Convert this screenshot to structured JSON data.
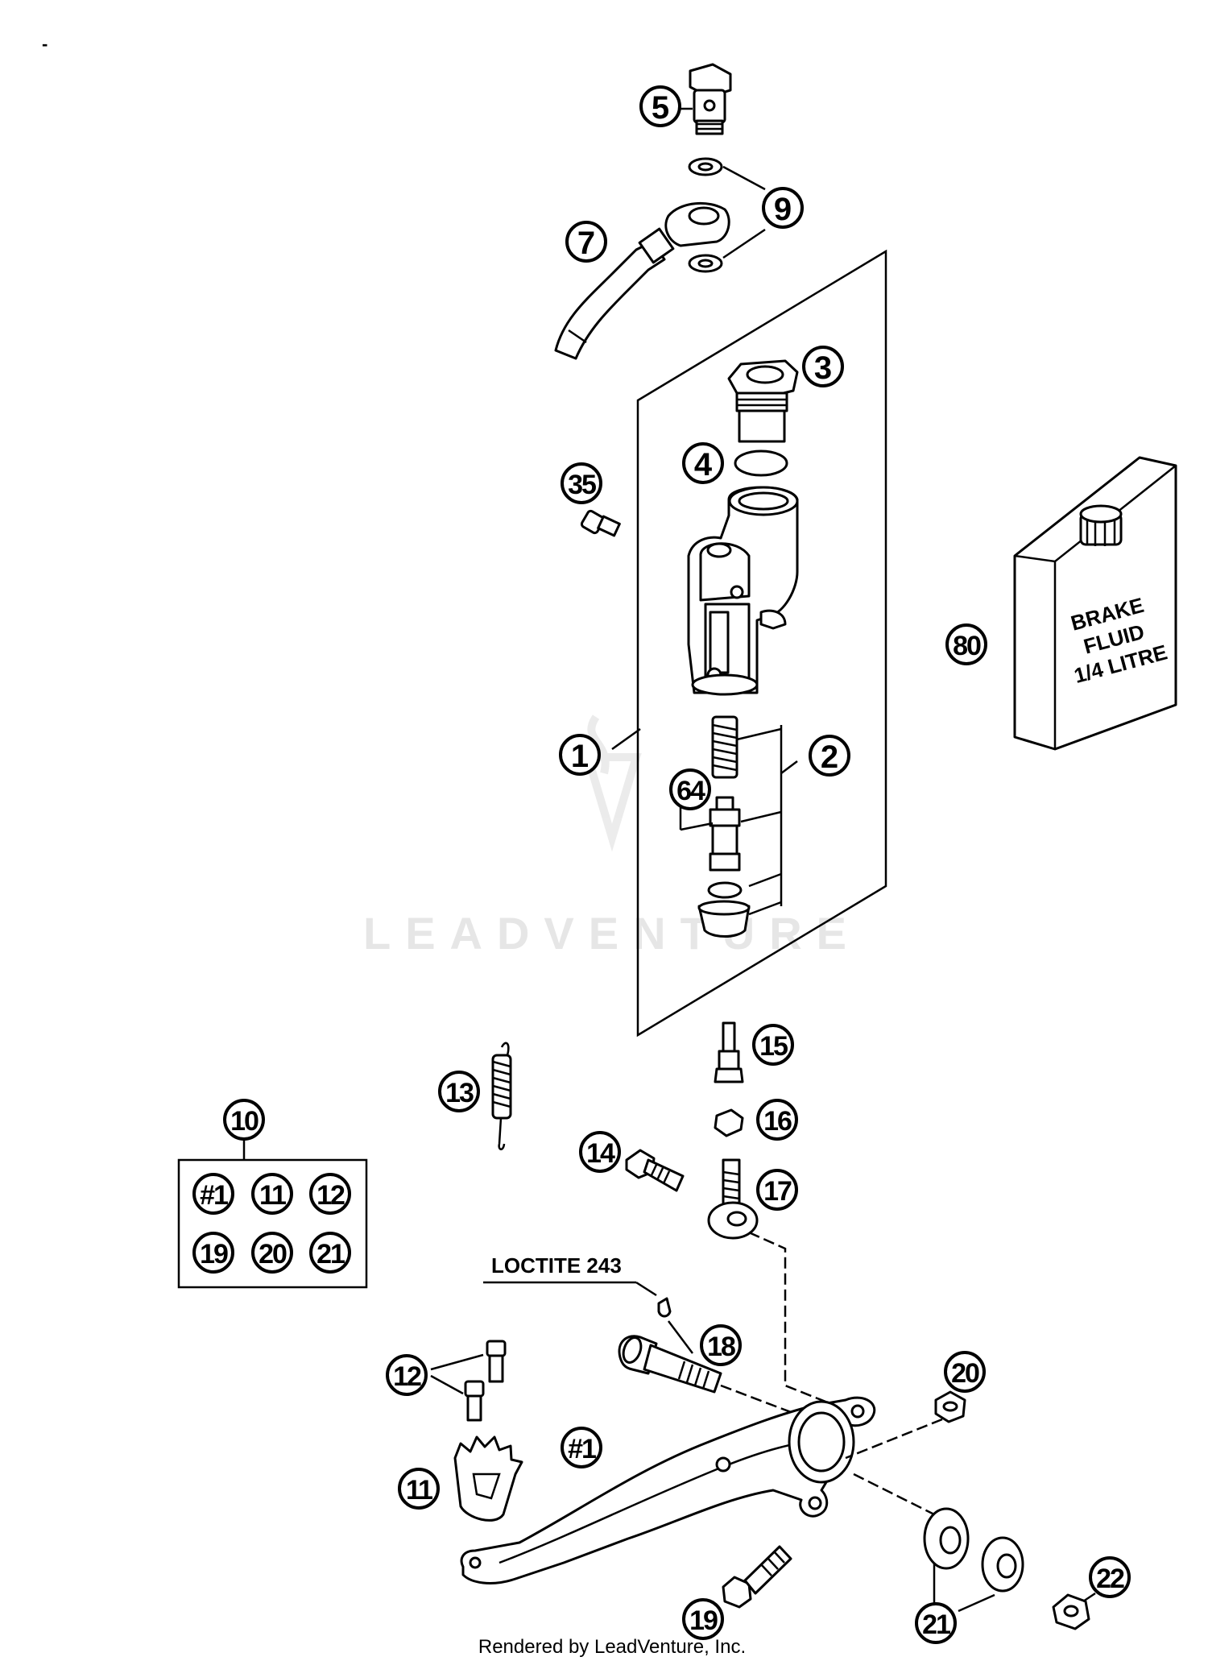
{
  "callouts": {
    "c5": "5",
    "c9": "9",
    "c7": "7",
    "c3": "3",
    "c4": "4",
    "c35": "35",
    "c1": "1",
    "c2": "2",
    "c64": "64",
    "c80": "80",
    "c15": "15",
    "c13": "13",
    "c16": "16",
    "c14": "14",
    "c17": "17",
    "c10": "10",
    "c18": "18",
    "c12": "12",
    "c20": "20",
    "c1b": "#1",
    "c11": "11",
    "c22": "22",
    "c19": "19",
    "c21": "21"
  },
  "kit_box": [
    "#1",
    "11",
    "12",
    "19",
    "20",
    "21"
  ],
  "brake_fluid": [
    "BRAKE",
    "FLUID",
    "1/4 LITRE"
  ],
  "loctite_label": "LOCTITE 243",
  "watermark": "LEADVENTURE",
  "footer": "Rendered by LeadVenture, Inc.",
  "corner_mark": "-"
}
